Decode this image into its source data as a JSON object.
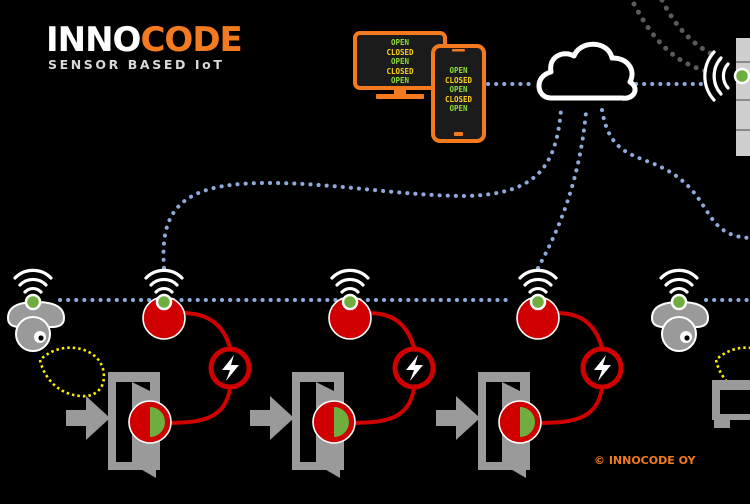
{
  "logo": {
    "wordmark_part1": "INNO",
    "wordmark_part2": "CODE",
    "tagline": "SENSOR BASED IoT",
    "colors": {
      "primary": "#ffffff",
      "accent": "#f37a1f"
    }
  },
  "desktop_monitor": {
    "icon": "desktop-monitor-icon",
    "statuses": [
      "OPEN",
      "CLOSED",
      "OPEN",
      "CLOSED",
      "OPEN"
    ]
  },
  "mobile_phone": {
    "icon": "smartphone-icon",
    "statuses": [
      "OPEN",
      "CLOSED",
      "OPEN",
      "CLOSED",
      "OPEN"
    ]
  },
  "cloud": {
    "icon": "cloud-icon"
  },
  "server": {
    "icon": "server-icon"
  },
  "status_colors": {
    "OPEN": "#8fdc3a",
    "CLOSED": "#ffd21a"
  },
  "copyright": "© INNOCODE OY",
  "nodes": [
    {
      "type": "camera-sensor",
      "icon": "security-camera-icon"
    },
    {
      "type": "door-sensor",
      "icon": "door-exit-icon"
    },
    {
      "type": "door-sensor",
      "icon": "door-exit-icon"
    },
    {
      "type": "door-sensor",
      "icon": "door-exit-icon"
    },
    {
      "type": "camera-sensor",
      "icon": "security-camera-icon"
    }
  ],
  "colors": {
    "background": "#000000",
    "connection_dots": "#8fa9da",
    "sensor_red": "#d00000",
    "sensor_green": "#6fae3e",
    "device_frame": "#f37a1f",
    "exit_gray": "#9a9a9a",
    "camera_field": "#ffee00"
  }
}
